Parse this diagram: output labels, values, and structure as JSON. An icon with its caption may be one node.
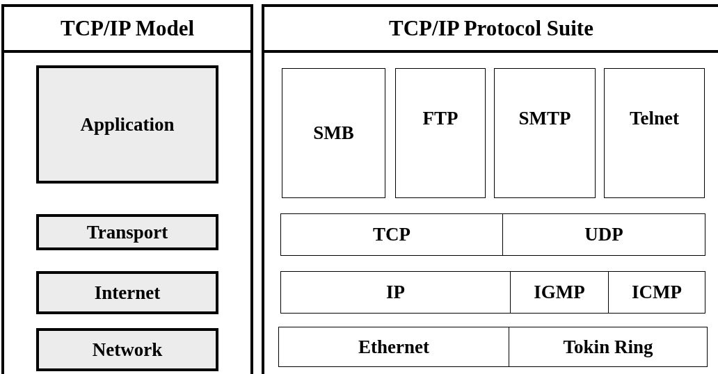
{
  "diagram": {
    "nodes": [
      {
        "text": [
          "TCP/IP Model"
        ]
      },
      {
        "text": [
          "Application"
        ],
        "in": 0
      },
      {
        "text": [
          "Transport"
        ],
        "in": 0
      },
      {
        "text": [
          "Internet"
        ],
        "in": 0
      },
      {
        "text": [
          "Network"
        ],
        "in": 0
      },
      {
        "text": [
          "TCP/IP Protocol Suite"
        ]
      },
      {
        "text": [
          "SMB"
        ],
        "in": 5
      },
      {
        "text": [
          "FTP"
        ],
        "in": 5
      },
      {
        "text": [
          "SMTP"
        ],
        "in": 5
      },
      {
        "text": [
          "Telnet"
        ],
        "in": 5
      },
      {
        "text": [
          "TCP"
        ],
        "in": 5
      },
      {
        "text": [
          "UDP"
        ],
        "in": 5
      },
      {
        "text": [
          "IP"
        ],
        "in": 5
      },
      {
        "text": [
          "IGMP"
        ],
        "in": 5
      },
      {
        "text": [
          "ICMP"
        ],
        "in": 5
      },
      {
        "text": [
          "Ethernet"
        ],
        "in": 5
      },
      {
        "text": [
          "Tokin Ring"
        ],
        "in": 5
      }
    ],
    "edges": []
  }
}
